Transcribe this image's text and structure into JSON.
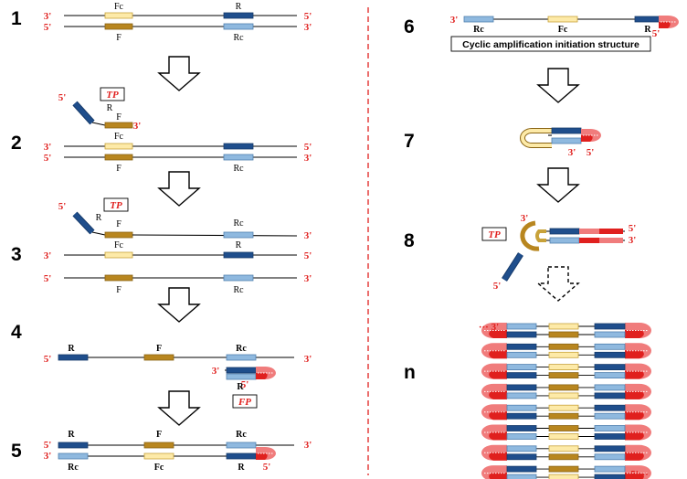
{
  "steps": [
    "1",
    "2",
    "3",
    "4",
    "5",
    "6",
    "7",
    "8",
    "n"
  ],
  "ends": {
    "three": "3'",
    "five": "5'"
  },
  "labels": {
    "Fc": "Fc",
    "F": "F",
    "R": "R",
    "Rc": "Rc"
  },
  "primers": {
    "TP": "TP",
    "FP": "FP"
  },
  "caption": "Cyclic amplification initiation structure",
  "continuation_left": "··· 3'",
  "continuation_right": "5'···",
  "colors": {
    "fc_fill": "#fdeaa8",
    "fc_stroke": "#c8a23a",
    "f_fill": "#b8861f",
    "f_stroke": "#8a6414",
    "r_fill": "#1f4e8c",
    "r_stroke": "#163a6a",
    "rc_fill": "#8fb9df",
    "rc_stroke": "#4f7fae",
    "red": "#e0201e",
    "pink": "#f07c7c",
    "divider": "#e0201e",
    "strand": "#000000"
  }
}
